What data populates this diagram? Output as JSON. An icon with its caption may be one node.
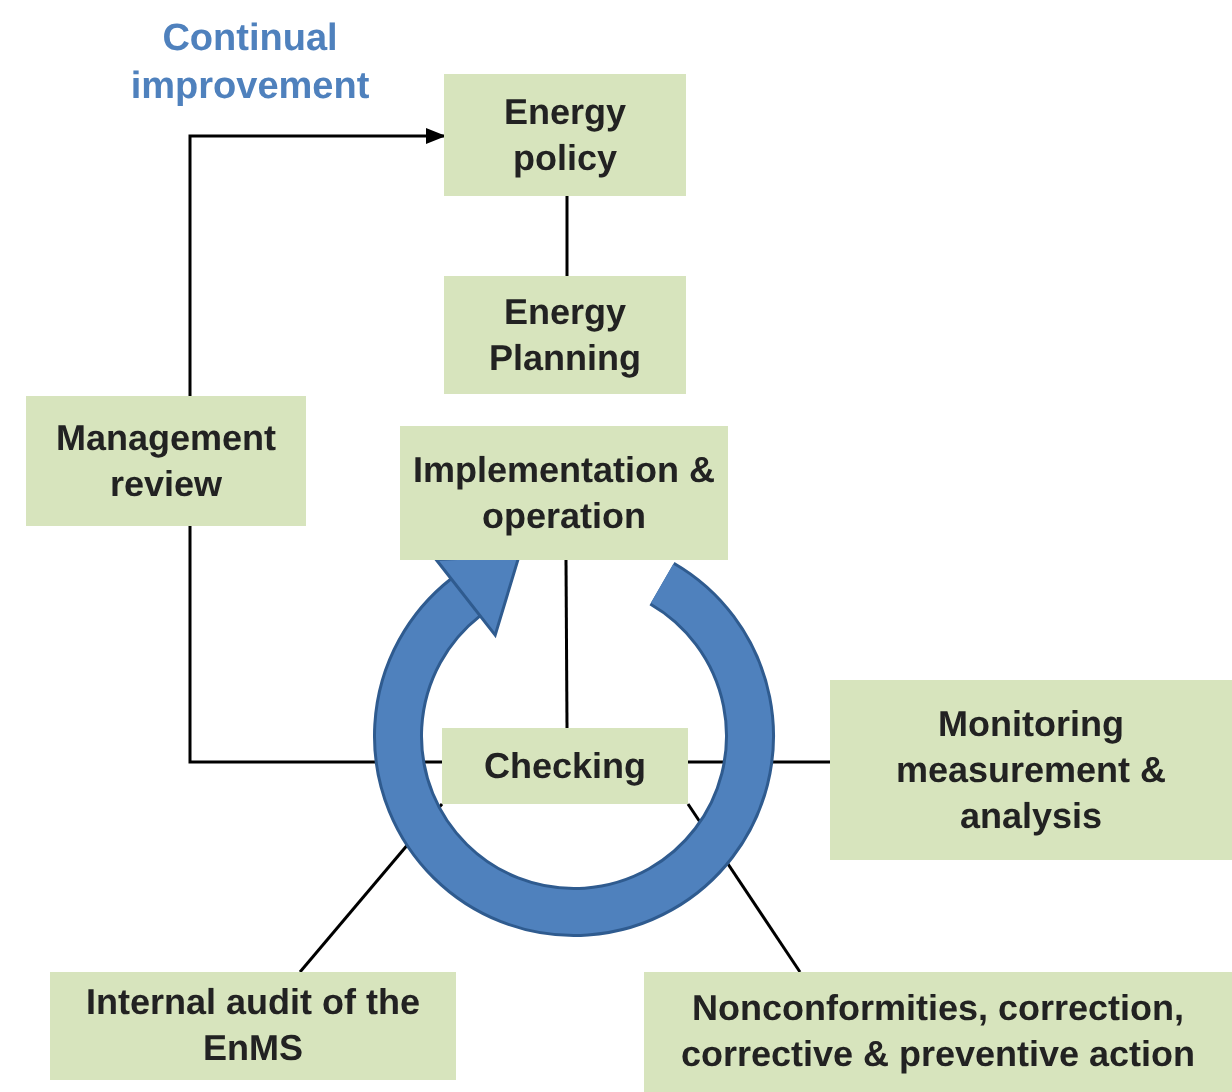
{
  "diagram": {
    "nodes": [
      {
        "text": [
          "Energy policy"
        ]
      },
      {
        "text": [
          "Energy Planning"
        ]
      },
      {
        "text": [
          "Implementation & operation"
        ]
      },
      {
        "text": [
          "Checking"
        ]
      },
      {
        "text": [
          "Management review"
        ]
      },
      {
        "text": [
          "Monitoring measurement & analysis"
        ]
      },
      {
        "text": [
          "Internal audit of the EnMS"
        ]
      },
      {
        "text": [
          "Nonconformities, correction, corrective & preventive action"
        ]
      }
    ],
    "edges": [
      {
        "from": 0,
        "to": 1,
        "arrow": "none"
      },
      {
        "from": 2,
        "to": 3,
        "arrow": "none"
      },
      {
        "from": 3,
        "to": 4,
        "arrow": "none"
      },
      {
        "from": 4,
        "to": 0,
        "arrow": "to"
      },
      {
        "from": 3,
        "to": 5,
        "arrow": "none"
      },
      {
        "from": 3,
        "to": 6,
        "arrow": "none"
      },
      {
        "from": 3,
        "to": 7,
        "arrow": "none"
      }
    ],
    "labels": [
      "Continual improvement"
    ]
  }
}
